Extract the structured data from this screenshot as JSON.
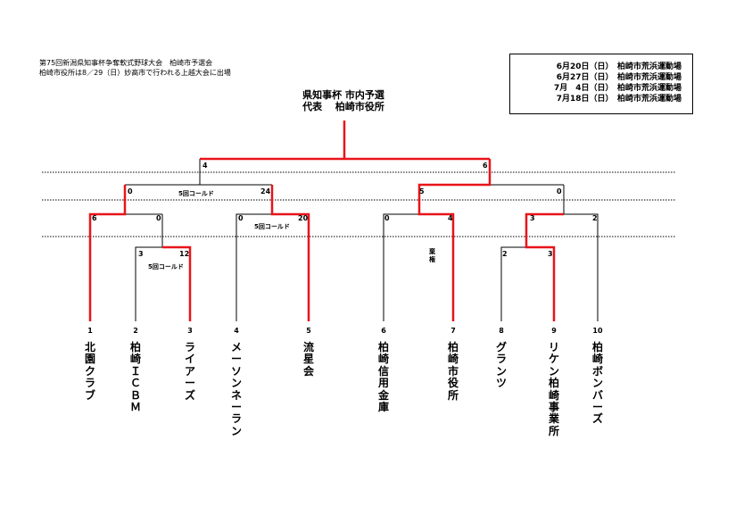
{
  "header": {
    "line1": "第75回新潟県知事杯争奪軟式野球大会　柏崎市予選会",
    "line2": "柏崎市役所は8／29（日）妙高市で行われる上越大会に出場"
  },
  "schedule": [
    "6月20日（日）　柏崎市荒浜運動場",
    "6月27日（日）　柏崎市荒浜運動場",
    "7月　4日（日）　柏崎市荒浜運動場",
    "7月18日（日）　柏崎市荒浜運動場"
  ],
  "champion": {
    "line1": "県知事杯 市内予選",
    "line2": "代表　 柏崎市役所"
  },
  "teams": [
    {
      "num": "1",
      "name": "北園クラブ"
    },
    {
      "num": "2",
      "name": "柏崎ＩＣＢＭ"
    },
    {
      "num": "3",
      "name": "ライアーズ"
    },
    {
      "num": "4",
      "name": "メーソンネーラン"
    },
    {
      "num": "5",
      "name": "流星会"
    },
    {
      "num": "6",
      "name": "柏崎信用金庫"
    },
    {
      "num": "7",
      "name": "柏崎市役所"
    },
    {
      "num": "8",
      "name": "グランツ"
    },
    {
      "num": "9",
      "name": "リケン柏崎事業所"
    },
    {
      "num": "10",
      "name": "柏崎ボンバーズ"
    }
  ],
  "scores": {
    "r1_2v3": [
      "3",
      "12"
    ],
    "r1_8v9": [
      "2",
      "3"
    ],
    "qf_1v23": [
      "6",
      "0"
    ],
    "qf_4v5": [
      "0",
      "20"
    ],
    "qf_6v7": [
      "0",
      "4"
    ],
    "qf_89v10": [
      "3",
      "2"
    ],
    "sf_left": [
      "0",
      "24"
    ],
    "sf_right": [
      "5",
      "0"
    ],
    "final": [
      "4",
      "6"
    ]
  },
  "notes": {
    "called_game": "5回コールド",
    "forfeit": "棄権"
  },
  "colors": {
    "winner_line": "#e8141a",
    "bracket_line": "#000000"
  }
}
